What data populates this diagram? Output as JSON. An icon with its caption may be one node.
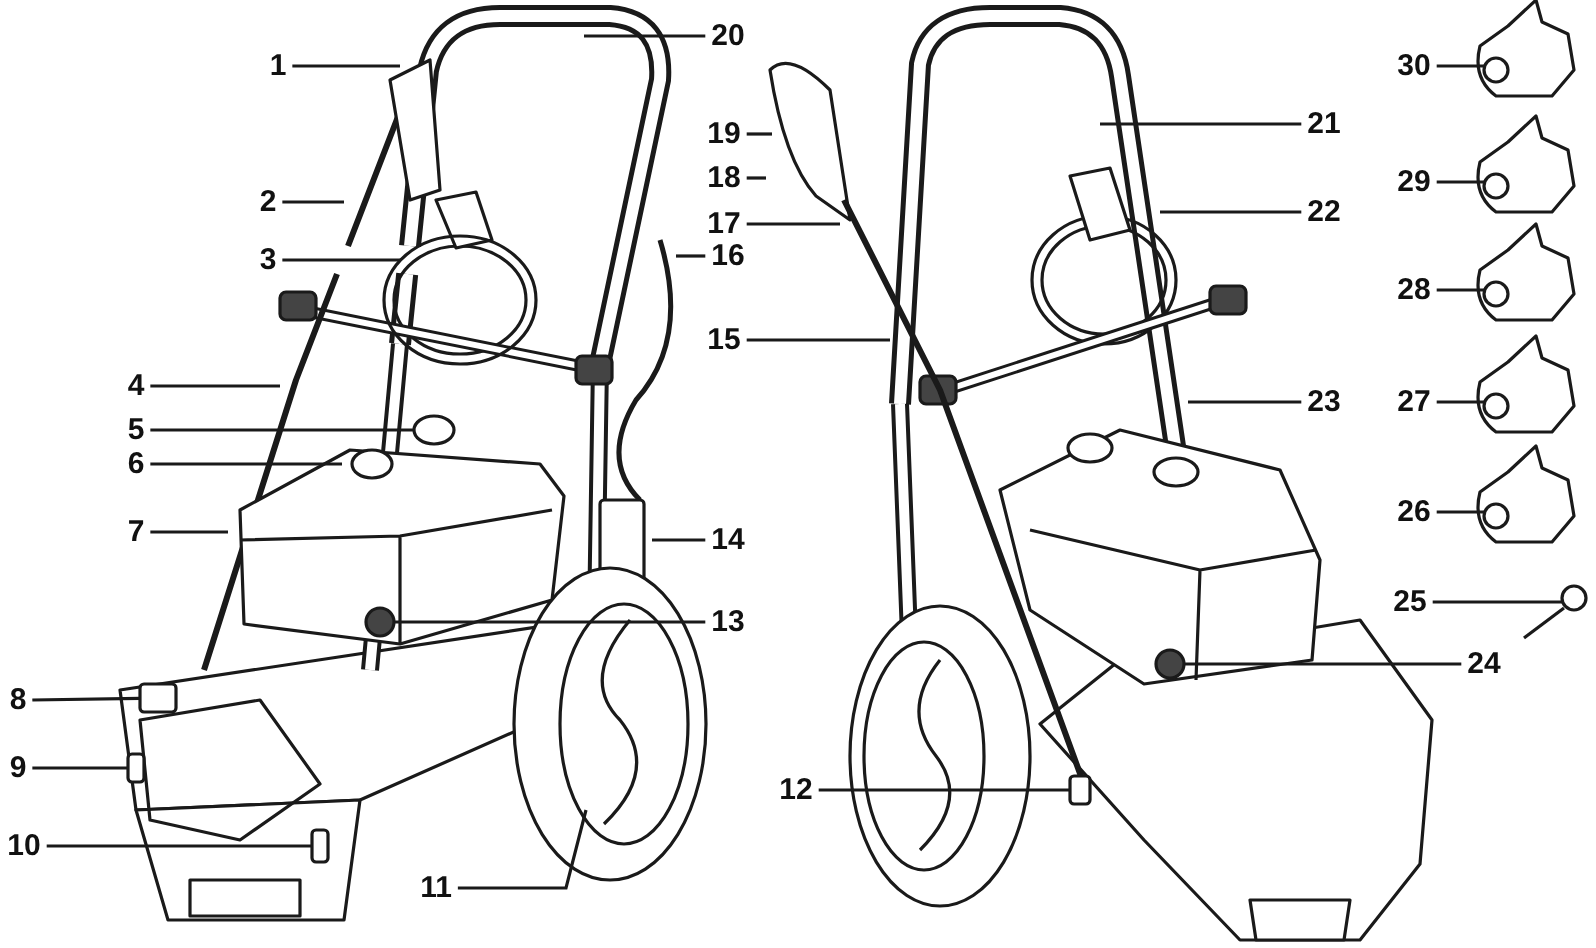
{
  "diagram": {
    "nodes": [
      {
        "text": [
          "1"
        ]
      },
      {
        "text": [
          "2"
        ]
      },
      {
        "text": [
          "3"
        ]
      },
      {
        "text": [
          "4"
        ]
      },
      {
        "text": [
          "5"
        ]
      },
      {
        "text": [
          "6"
        ]
      },
      {
        "text": [
          "7"
        ]
      },
      {
        "text": [
          "8"
        ]
      },
      {
        "text": [
          "9"
        ]
      },
      {
        "text": [
          "10"
        ]
      },
      {
        "text": [
          "11"
        ]
      },
      {
        "text": [
          "12"
        ]
      },
      {
        "text": [
          "13"
        ]
      },
      {
        "text": [
          "14"
        ]
      },
      {
        "text": [
          "15"
        ]
      },
      {
        "text": [
          "16"
        ]
      },
      {
        "text": [
          "17"
        ]
      },
      {
        "text": [
          "18"
        ]
      },
      {
        "text": [
          "19"
        ]
      },
      {
        "text": [
          "20"
        ]
      },
      {
        "text": [
          "21"
        ]
      },
      {
        "text": [
          "22"
        ]
      },
      {
        "text": [
          "23"
        ]
      },
      {
        "text": [
          "24"
        ]
      },
      {
        "text": [
          "25"
        ]
      },
      {
        "text": [
          "26"
        ]
      },
      {
        "text": [
          "27"
        ]
      },
      {
        "text": [
          "28"
        ]
      },
      {
        "text": [
          "29"
        ]
      },
      {
        "text": [
          "30"
        ]
      },
      {
        "text": [],
        "shape": "circle"
      },
      {
        "text": [],
        "shape": "box"
      },
      {
        "text": [],
        "shape": "box"
      },
      {
        "text": [],
        "shape": "box"
      },
      {
        "text": [],
        "shape": "box"
      },
      {
        "text": [],
        "shape": "circle"
      },
      {
        "text": [],
        "shape": "circle"
      },
      {
        "text": [],
        "shape": "circle"
      },
      {
        "text": [],
        "shape": "circle"
      },
      {
        "text": [],
        "shape": "circle"
      },
      {
        "text": [],
        "shape": "circle"
      },
      {
        "text": [],
        "shape": "circle"
      },
      {
        "text": [],
        "shape": "circle"
      },
      {
        "text": [],
        "shape": "circle"
      }
    ],
    "edges": [
      {
        "from": 0,
        "to": null,
        "arrow": "none"
      },
      {
        "from": 1,
        "to": null,
        "arrow": "none"
      },
      {
        "from": 2,
        "to": 43,
        "arrow": "none"
      },
      {
        "from": 3,
        "to": null,
        "arrow": "none"
      },
      {
        "from": 4,
        "to": 30,
        "arrow": "none"
      },
      {
        "from": 5,
        "to": null,
        "arrow": "none"
      },
      {
        "from": 6,
        "to": null,
        "arrow": "none"
      },
      {
        "from": 7,
        "to": 31,
        "arrow": "none"
      },
      {
        "from": 8,
        "to": 32,
        "arrow": "none"
      },
      {
        "from": 9,
        "to": 33,
        "arrow": "none"
      },
      {
        "from": 10,
        "to": null,
        "arrow": "none"
      },
      {
        "from": 11,
        "to": 34,
        "arrow": "none"
      },
      {
        "from": 12,
        "to": 35,
        "arrow": "none"
      },
      {
        "from": 13,
        "to": null,
        "arrow": "none"
      },
      {
        "from": 14,
        "to": null,
        "arrow": "none"
      },
      {
        "from": 15,
        "to": null,
        "arrow": "none"
      },
      {
        "from": 16,
        "to": null,
        "arrow": "none"
      },
      {
        "from": 17,
        "to": null,
        "arrow": "none"
      },
      {
        "from": 18,
        "to": null,
        "arrow": "none"
      },
      {
        "from": 19,
        "to": null,
        "arrow": "none"
      },
      {
        "from": 20,
        "to": null,
        "arrow": "none"
      },
      {
        "from": 21,
        "to": null,
        "arrow": "none"
      },
      {
        "from": 22,
        "to": null,
        "arrow": "none"
      },
      {
        "from": 23,
        "to": 36,
        "arrow": "none"
      },
      {
        "from": 24,
        "to": 37,
        "arrow": "none"
      },
      {
        "from": 25,
        "to": 42,
        "arrow": "none"
      },
      {
        "from": 26,
        "to": 41,
        "arrow": "none"
      },
      {
        "from": 27,
        "to": 40,
        "arrow": "none"
      },
      {
        "from": 28,
        "to": 39,
        "arrow": "none"
      },
      {
        "from": 29,
        "to": 38,
        "arrow": "none"
      }
    ]
  }
}
